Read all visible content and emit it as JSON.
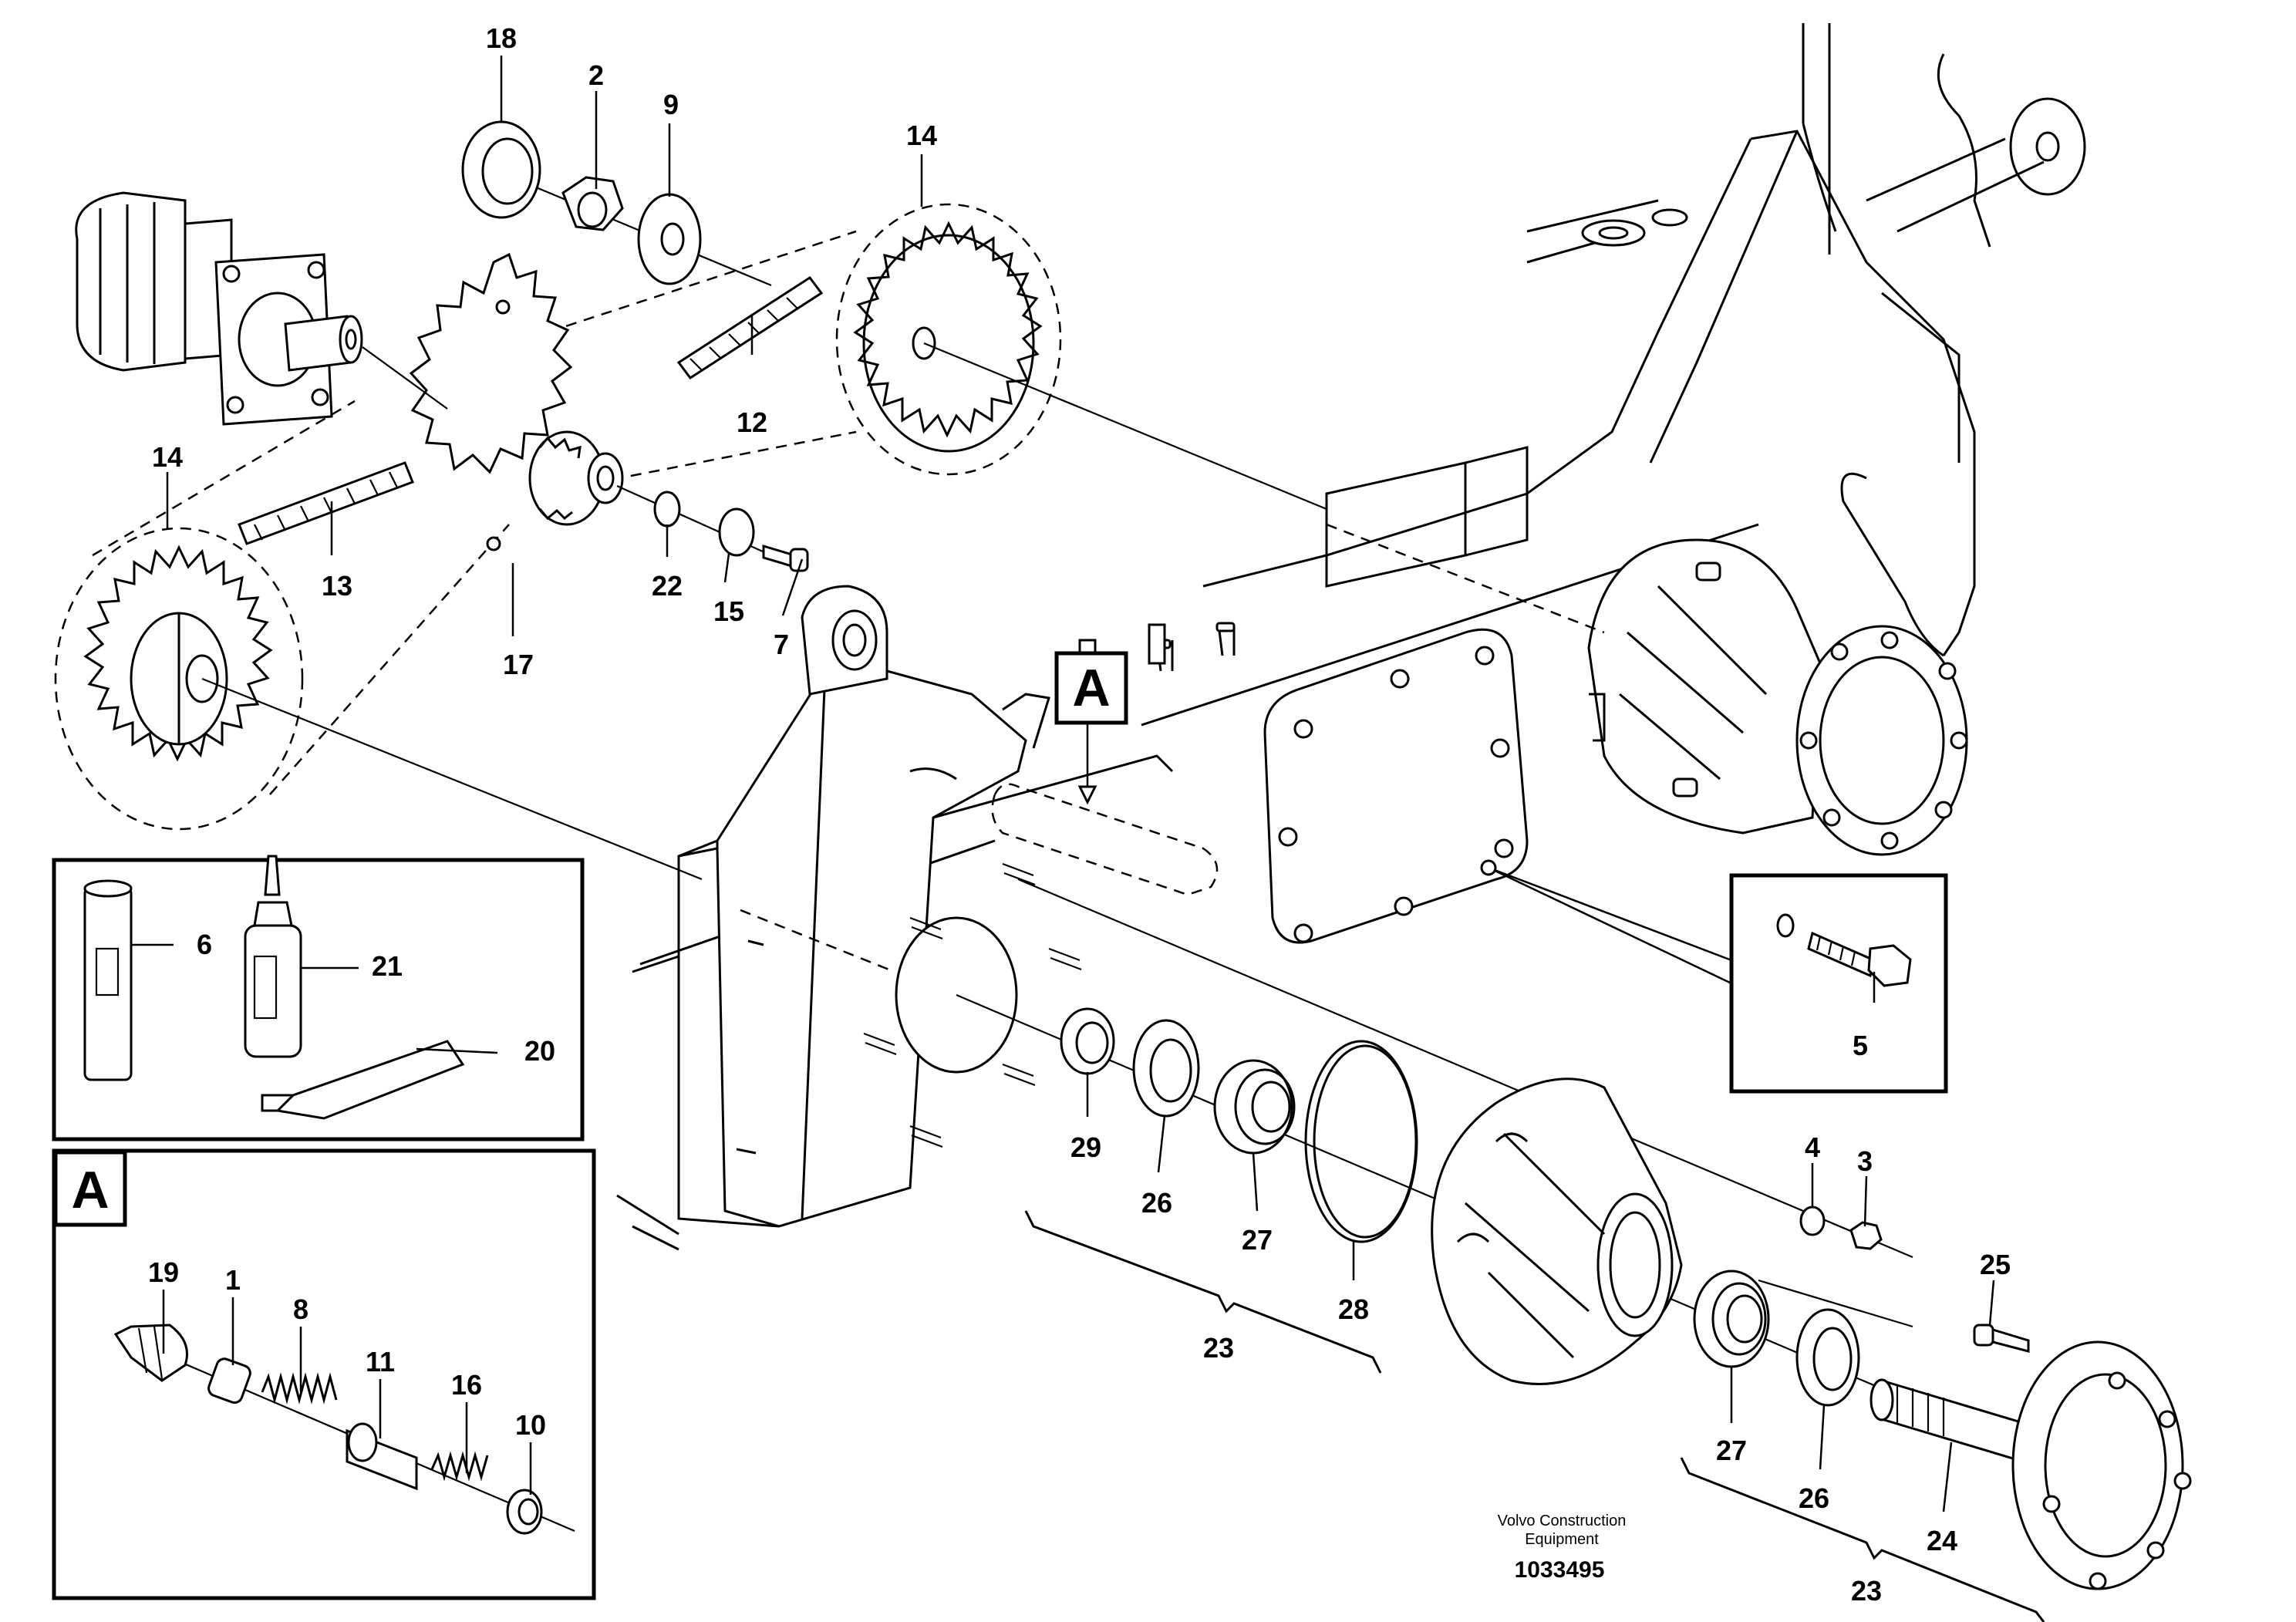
{
  "labels": {
    "p18": "18",
    "p2": "2",
    "p9": "9",
    "p14a": "14",
    "p14b": "14",
    "p12": "12",
    "p13": "13",
    "p17": "17",
    "p22": "22",
    "p15": "15",
    "p7": "7",
    "p6": "6",
    "p21": "21",
    "p20": "20",
    "p5": "5",
    "p4": "4",
    "p3": "3",
    "p25": "25",
    "p29": "29",
    "p26a": "26",
    "p27a": "27",
    "p28": "28",
    "p23a": "23",
    "p27b": "27",
    "p26b": "26",
    "p24": "24",
    "p23b": "23",
    "p19": "19",
    "p1": "1",
    "p8": "8",
    "p11": "11",
    "p16": "16",
    "p10": "10"
  },
  "callouts": {
    "view_a_marker": "A",
    "view_a_box": "A"
  },
  "footer": {
    "brand_line1": "Volvo Construction",
    "brand_line2": "Equipment",
    "drawing_number": "1033495"
  }
}
